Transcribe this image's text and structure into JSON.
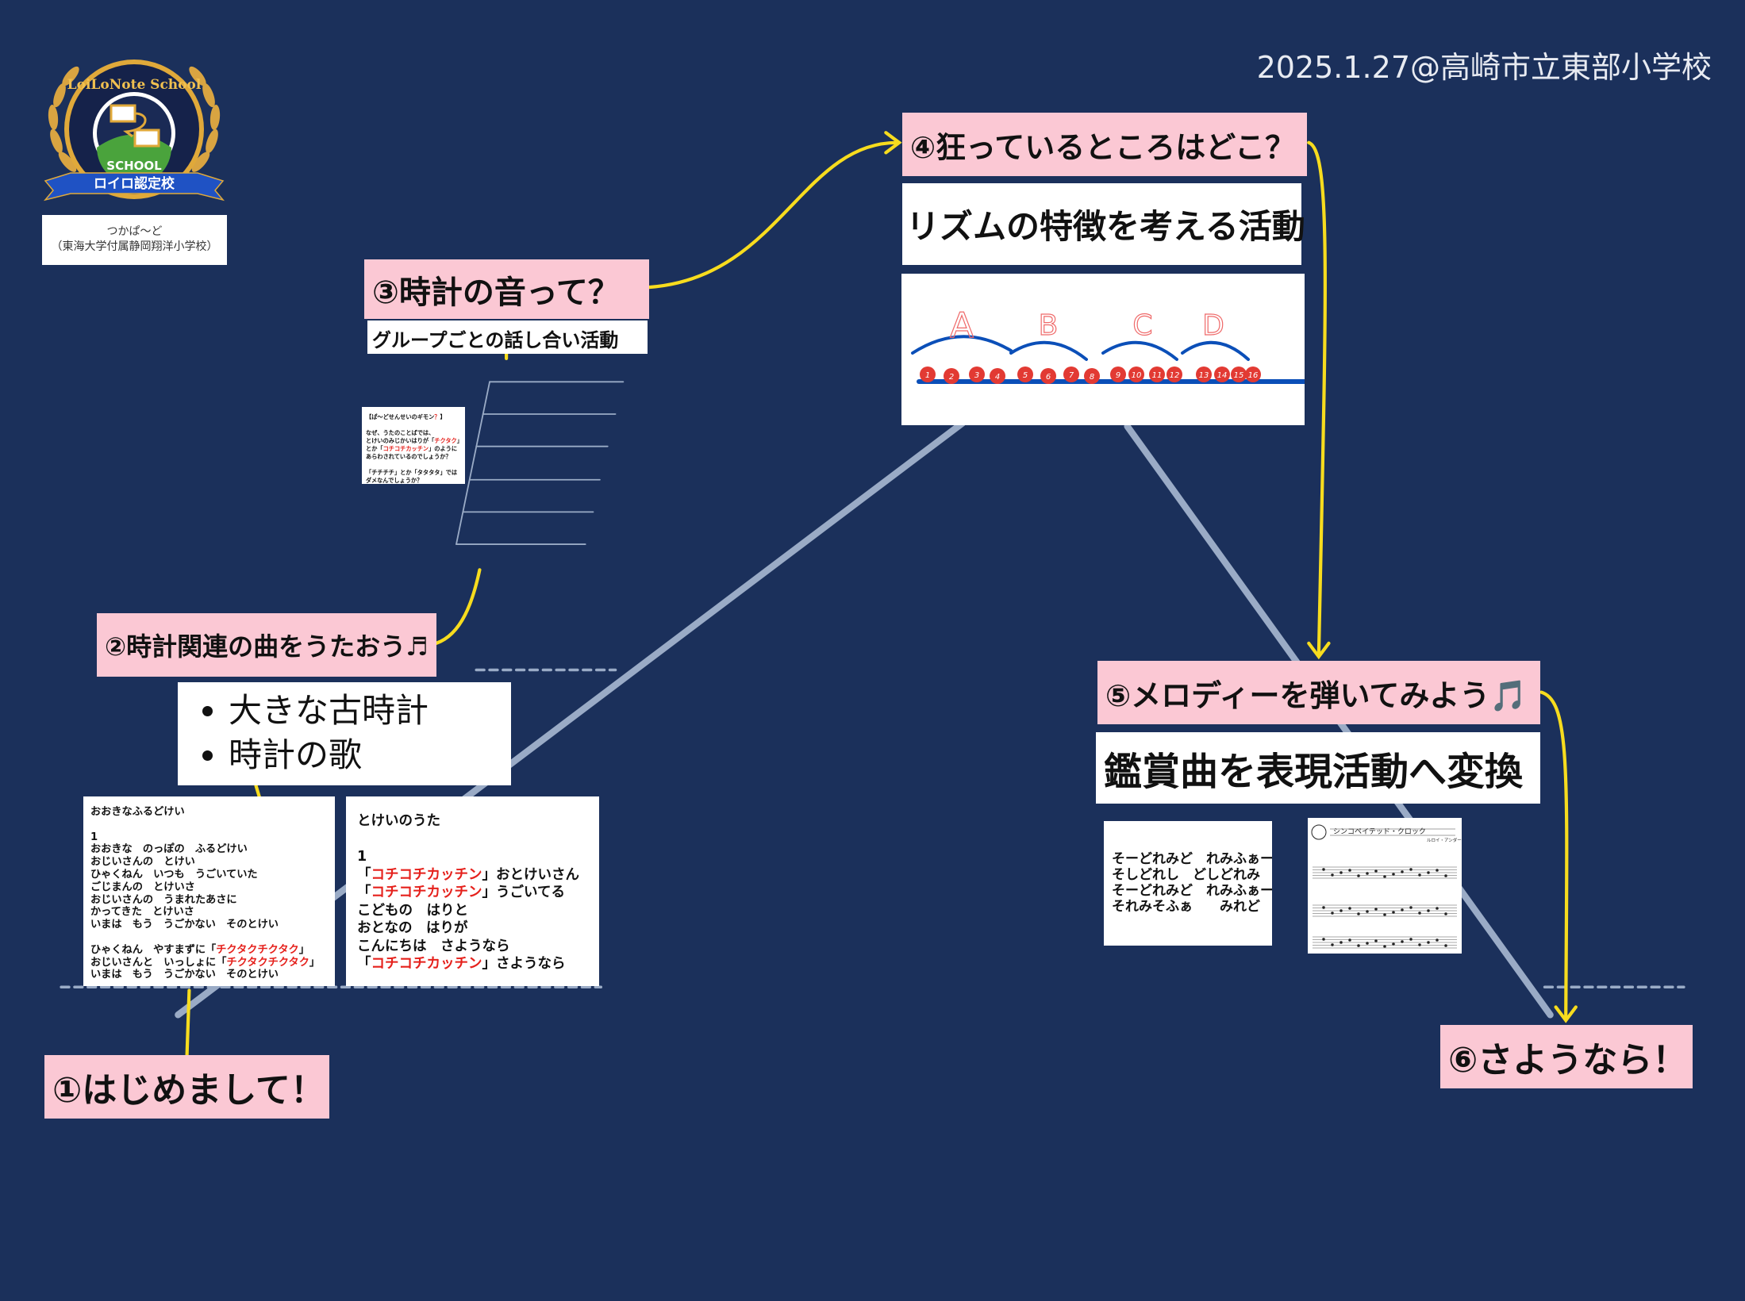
{
  "date_label": "2025.1.27@高崎市立東部小学校",
  "badge": {
    "arc_text": "LoiLoNote School",
    "inner_text": "SCHOOL",
    "ribbon_text": "ロイロ認定校",
    "caption_line1": "つかぱ〜ど",
    "caption_line2": "（東海大学付属静岡翔洋小学校）"
  },
  "steps": {
    "s1": "①はじめまして！",
    "s2": "②時計関連の曲をうたおう♬",
    "s3": "③時計の音って？",
    "s3_sub": "グループごとの話し合い活動",
    "s4": "④狂っているところはどこ？",
    "s4_sub": "リズムの特徴を考える活動",
    "s5": "⑤メロディーを弾いてみよう🎵",
    "s5_sub": "鑑賞曲を表現活動へ変換",
    "s6": "⑥さようなら！"
  },
  "songs": [
    "大きな古時計",
    "時計の歌"
  ],
  "question_card": [
    [
      {
        "t": "【ぱ〜どせんせいのギモン"
      },
      {
        "t": "？",
        "red": true
      },
      {
        "t": "】"
      }
    ],
    [
      {
        "t": ""
      }
    ],
    [
      {
        "t": "なぜ、うたのことばでは、"
      }
    ],
    [
      {
        "t": "とけいのみじかいはりが「"
      },
      {
        "t": "チクタク",
        "red": true
      },
      {
        "t": "」"
      }
    ],
    [
      {
        "t": "とか「"
      },
      {
        "t": "コチコチカッチン",
        "red": true
      },
      {
        "t": "」のように"
      }
    ],
    [
      {
        "t": "あらわされているのでしょうか？"
      }
    ],
    [
      {
        "t": ""
      }
    ],
    [
      {
        "t": "「チチチチ」とか「タタタタ」では"
      }
    ],
    [
      {
        "t": "ダメなんでしょうか？"
      }
    ]
  ],
  "lyrics1": [
    [
      {
        "t": "おおきなふるどけい"
      }
    ],
    [
      {
        "t": " "
      }
    ],
    [
      {
        "t": "1"
      }
    ],
    [
      {
        "t": "おおきな　のっぽの　ふるどけい"
      }
    ],
    [
      {
        "t": "おじいさんの　とけい"
      }
    ],
    [
      {
        "t": "ひゃくねん　いつも　うごいていた"
      }
    ],
    [
      {
        "t": "ごじまんの　とけいさ"
      }
    ],
    [
      {
        "t": "おじいさんの　うまれたあさに"
      }
    ],
    [
      {
        "t": "かってきた　とけいさ"
      }
    ],
    [
      {
        "t": "いまは　もう　うごかない　そのとけい"
      }
    ],
    [
      {
        "t": " "
      }
    ],
    [
      {
        "t": "ひゃくねん　やすまずに「"
      },
      {
        "t": "チクタクチクタク",
        "red": true
      },
      {
        "t": "」"
      }
    ],
    [
      {
        "t": "おじいさんと　いっしょに「"
      },
      {
        "t": "チクタクチクタク",
        "red": true
      },
      {
        "t": "」"
      }
    ],
    [
      {
        "t": "いまは　もう　うごかない　そのとけい"
      }
    ]
  ],
  "lyrics2": [
    [
      {
        "t": "とけいのうた"
      }
    ],
    [
      {
        "t": " "
      }
    ],
    [
      {
        "t": "1"
      }
    ],
    [
      {
        "t": "「"
      },
      {
        "t": "コチコチカッチン",
        "red": true
      },
      {
        "t": "」おとけいさん"
      }
    ],
    [
      {
        "t": "「"
      },
      {
        "t": "コチコチカッチン",
        "red": true
      },
      {
        "t": "」うごいてる"
      }
    ],
    [
      {
        "t": "こどもの　はりと"
      }
    ],
    [
      {
        "t": "おとなの　はりが"
      }
    ],
    [
      {
        "t": "こんにちは　さようなら"
      }
    ],
    [
      {
        "t": "「"
      },
      {
        "t": "コチコチカッチン",
        "red": true
      },
      {
        "t": "」さようなら"
      }
    ]
  ],
  "rhythm": {
    "sections": [
      "A",
      "B",
      "C",
      "D"
    ],
    "beats": [
      "1",
      "2",
      "3",
      "4",
      "5",
      "6",
      "7",
      "8",
      "9",
      "10",
      "11",
      "12",
      "13",
      "14",
      "15",
      "16"
    ]
  },
  "melody_lines": [
    [
      {
        "t": "そーどれみど　れみふぁー"
      }
    ],
    [
      {
        "t": "そしどれし　どしどれみ"
      }
    ],
    [
      {
        "t": "そーどれみど　れみふぁー"
      }
    ],
    [
      {
        "t": "それみそふぁ　　みれど"
      }
    ]
  ],
  "score": {
    "title": "シンコペイテッド・クロック",
    "composer": "ルロイ・アンダーソン"
  },
  "colors": {
    "background": "#1b305b",
    "label": "#fbc8d4",
    "connector": "#f7dc1e",
    "path": "#9aabc6"
  }
}
